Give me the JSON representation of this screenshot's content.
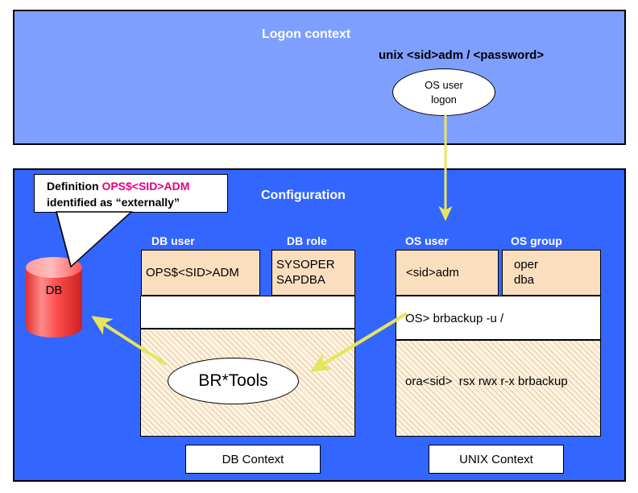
{
  "logon": {
    "title": "Logon context",
    "credentials": "unix  <sid>adm / <password>",
    "os_user_logon_line1": "OS user",
    "os_user_logon_line2": "logon"
  },
  "config": {
    "title": "Configuration",
    "callout": {
      "prefix": "Definition ",
      "highlight": "OPS$<SID>ADM",
      "line2": "identified as “externally”",
      "highlight_color": "#e6007e"
    },
    "database": {
      "label": "DB",
      "fill_color": "#ff4040"
    },
    "db_context": {
      "footer": "DB Context",
      "columns": [
        {
          "header": "DB user",
          "value": "OPS$<SID>ADM"
        },
        {
          "header": "DB role",
          "value": "SYSOPER\nSAPDBA"
        }
      ],
      "tool_ellipse": "BR*Tools"
    },
    "unix_context": {
      "footer": "UNIX  Context",
      "columns": [
        {
          "header": "OS user",
          "value": "<sid>adm"
        },
        {
          "header": "OS group",
          "value": "oper\ndba"
        }
      ],
      "command": "OS> brbackup -u /",
      "permissions": "ora<sid>  rsx rwx r-x brbackup"
    }
  },
  "colors": {
    "panel_logon": "#7f9fff",
    "panel_config": "#3366ff",
    "box_tan": "#fadfbe",
    "arrow_yellow": "#e8e45c",
    "border": "#000000"
  }
}
